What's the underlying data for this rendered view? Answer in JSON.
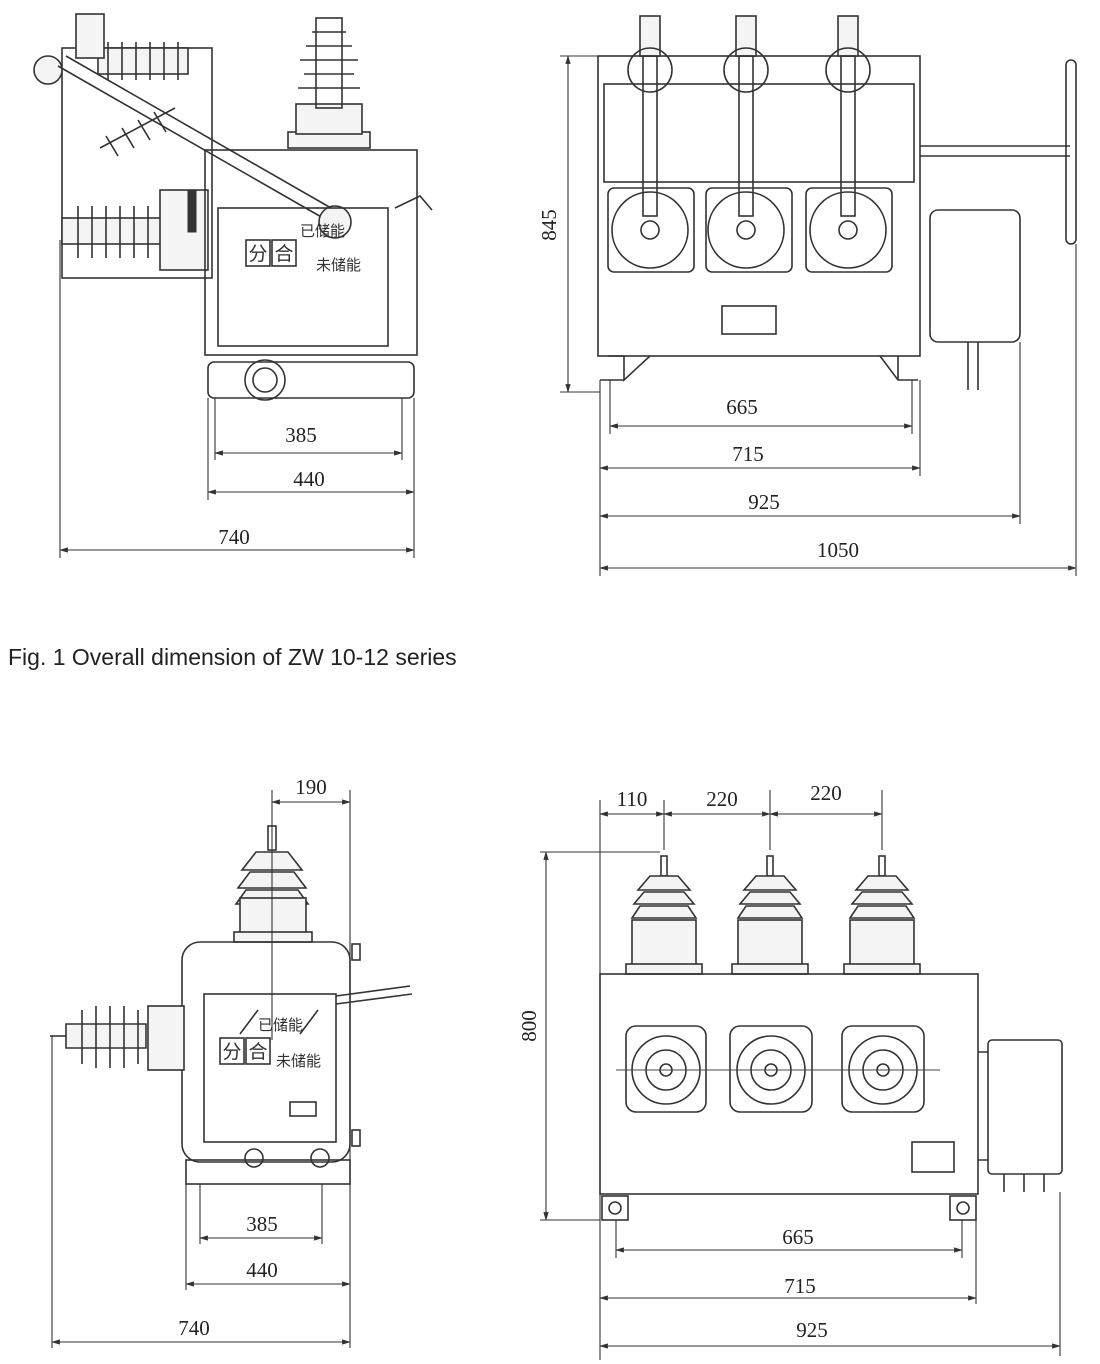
{
  "figure1": {
    "caption": "Fig. 1 Overall dimension of ZW 10-12 series",
    "side_view": {
      "dimensions": [
        "385",
        "440",
        "740"
      ],
      "panel_labels": {
        "open_close_a": "分",
        "open_close_b": "合",
        "charged": "已储能",
        "not_charged": "未储能"
      }
    },
    "front_view": {
      "dimensions": {
        "height": "845",
        "w1": "665",
        "w2": "715",
        "w3": "925",
        "w4": "1050"
      }
    }
  },
  "figure2": {
    "side_view": {
      "dimensions": {
        "top": "190",
        "d1": "385",
        "d2": "440",
        "d3": "740"
      },
      "panel_labels": {
        "open_close_a": "分",
        "open_close_b": "合",
        "charged": "已储能",
        "not_charged": "未储能"
      }
    },
    "front_view": {
      "dimensions": {
        "p1": "110",
        "p2": "220",
        "p3": "220",
        "height": "800",
        "w1": "665",
        "w2": "715",
        "w3": "925"
      }
    }
  },
  "colors": {
    "line": "#333333",
    "background": "#ffffff"
  }
}
